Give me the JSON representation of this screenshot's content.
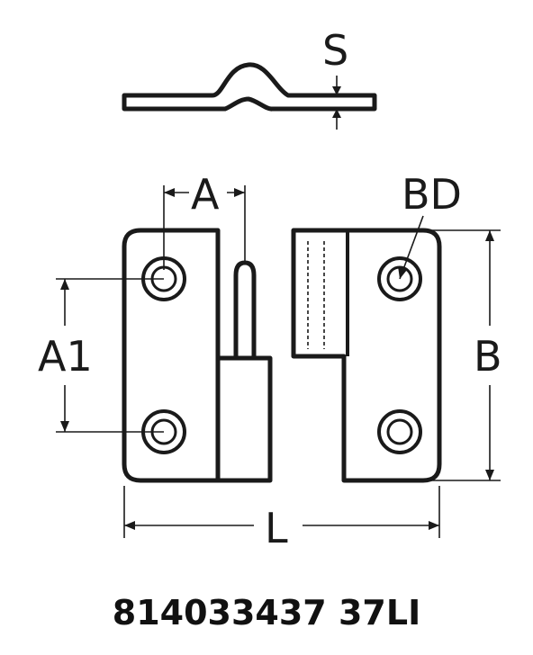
{
  "labels": {
    "s": "S",
    "a": "A",
    "bd": "BD",
    "a1": "A1",
    "b": "B",
    "l": "L"
  },
  "part_number": "814033437 37LI"
}
